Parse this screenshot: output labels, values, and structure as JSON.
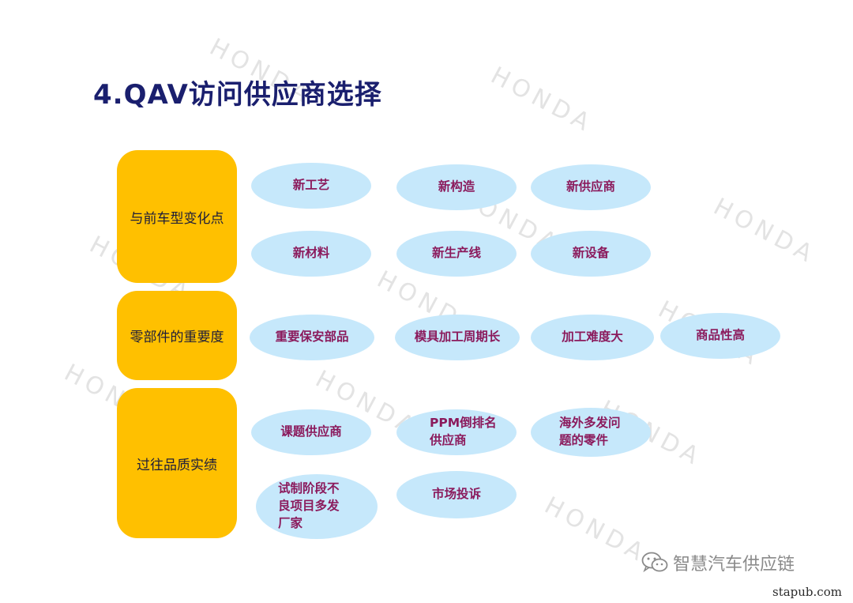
{
  "title": "4.QAV访问供应商选择",
  "watermark": "HONDA",
  "categories": [
    {
      "label": "与前车型变化点",
      "items": [
        "新工艺",
        "新构造",
        "新供应商",
        "新材料",
        "新生产线",
        "新设备"
      ]
    },
    {
      "label": "零部件的重要度",
      "items": [
        "重要保安部品",
        "模具加工周期长",
        "加工难度大",
        "商品性高"
      ]
    },
    {
      "label": "过往品质实绩",
      "items": [
        "课题供应商",
        "PPM倒排名\n供应商",
        "海外多发问\n题的零件",
        "试制阶段不\n良项目多发\n厂家",
        "市场投诉"
      ]
    }
  ],
  "footer": {
    "wechat_icon": "wechat-icon",
    "wechat_name": "智慧汽车供应链",
    "site": "stapub.com"
  },
  "colors": {
    "title": "#1a1f6e",
    "category_fill": "#ffc000",
    "item_fill": "#c6e8fb",
    "item_text": "#8b1a5c"
  }
}
